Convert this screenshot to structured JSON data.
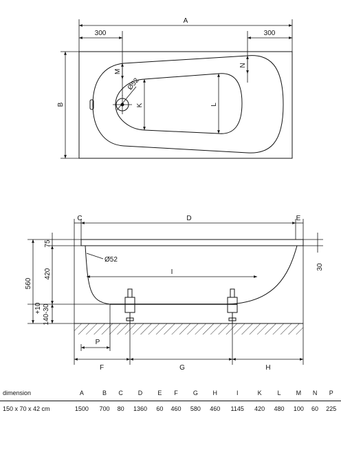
{
  "plan_view": {
    "dim_a": "A",
    "dim_b": "B",
    "dim_left": "300",
    "dim_right": "300",
    "dim_m": "M",
    "dim_n": "N",
    "dim_k": "K",
    "dim_l": "L",
    "drain": "Ø52"
  },
  "side_view": {
    "dim_c": "C",
    "dim_d": "D",
    "dim_e": "E",
    "dim_i": "I",
    "dim_f": "F",
    "dim_g": "G",
    "dim_h": "H",
    "dim_p": "P",
    "dim_75": "75",
    "dim_420": "420",
    "dim_560": "560",
    "dim_30": "30",
    "dim_tol": "+10",
    "dim_range": "140-30",
    "overflow": "Ø52"
  },
  "spec_table": {
    "header": [
      "dimension",
      "A",
      "B",
      "C",
      "D",
      "E",
      "F",
      "G",
      "H",
      "I",
      "K",
      "L",
      "M",
      "N",
      "P"
    ],
    "rows": [
      [
        "150 x 70 x 42 cm",
        "1500",
        "700",
        "80",
        "1360",
        "60",
        "460",
        "580",
        "460",
        "1145",
        "420",
        "480",
        "100",
        "60",
        "225"
      ]
    ]
  }
}
